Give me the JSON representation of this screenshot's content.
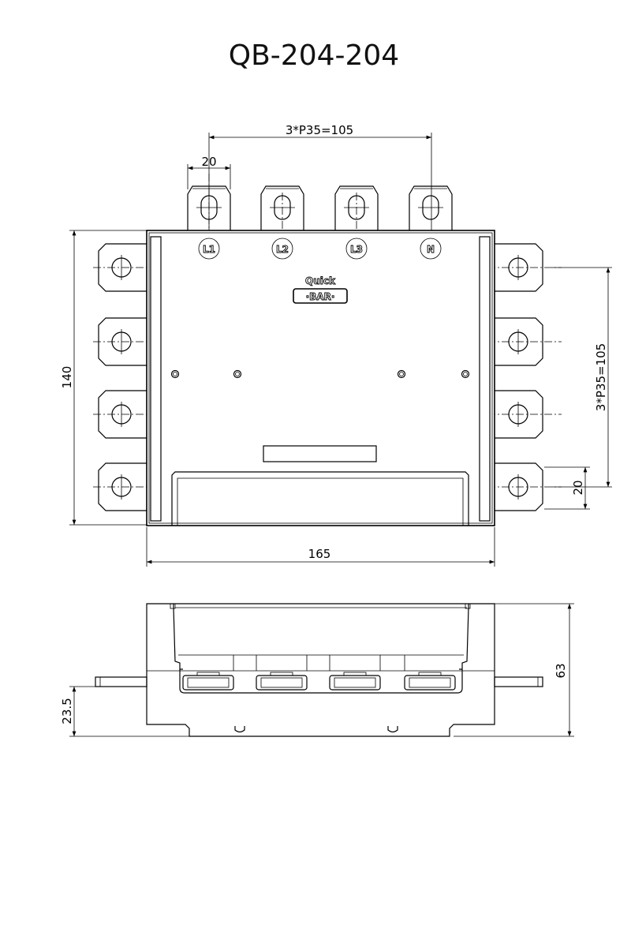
{
  "title": "QB-204-204",
  "top_view": {
    "dim_pitch_top": "3*P35=105",
    "dim_tab_width": "20",
    "dim_height": "140",
    "dim_pitch_right": "3*P35=105",
    "dim_tab_right": "20",
    "dim_width": "165",
    "terminal_labels": [
      "L1",
      "L2",
      "L3",
      "N"
    ],
    "logo_line1": "Quick",
    "logo_line2": "·BAR·"
  },
  "side_view": {
    "dim_total_height": "63",
    "dim_rod_height": "23.5"
  }
}
